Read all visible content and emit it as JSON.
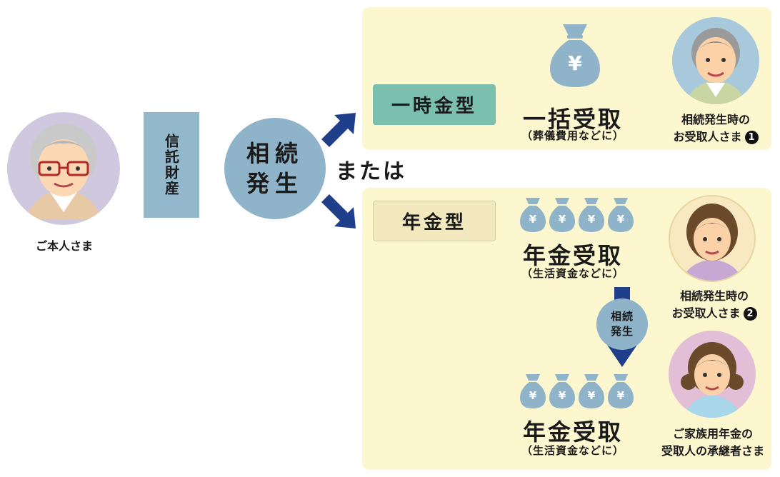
{
  "person": {
    "label": "ご本人さま"
  },
  "trust": {
    "label": "信託財産"
  },
  "inheritance": {
    "line1": "相続",
    "line2": "発生"
  },
  "or_text": "または",
  "lump_sum": {
    "type_label": "一時金型",
    "title": "一括受取",
    "subtitle": "（葬儀費用などに）",
    "recipient_line1": "相続発生時の",
    "recipient_line2": "お受取人さま",
    "recipient_number": "1"
  },
  "pension": {
    "type_label": "年金型",
    "title": "年金受取",
    "subtitle": "（生活資金などに）",
    "recipient_line1": "相続発生時の",
    "recipient_line2": "お受取人さま",
    "recipient_number": "2",
    "mid_event": {
      "line1": "相続",
      "line2": "発生"
    },
    "successor_title": "年金受取",
    "successor_subtitle": "（生活資金などに）",
    "successor_line1": "ご家族用年金の",
    "successor_line2": "受取人の承継者さま"
  },
  "yen_symbol": "¥",
  "colors": {
    "panel_yellow": "#fdf7cf",
    "teal_box": "#7bbfae",
    "beige_box": "#f2e9bf",
    "blue_circle": "#8fb3c8",
    "trust_box": "#93b8cc",
    "navy_arrow": "#1f3f8a"
  }
}
